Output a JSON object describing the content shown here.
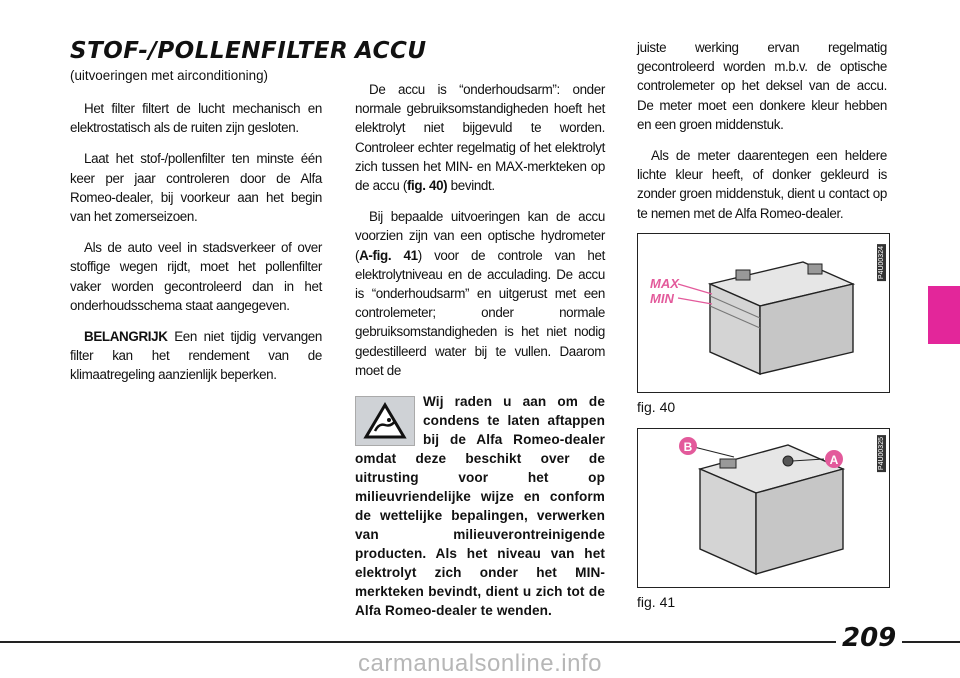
{
  "left": {
    "title": "STOF-/POLLENFILTER",
    "subtitle": "(uitvoeringen met airconditioning)",
    "p1": "Het filter filtert de lucht mechanisch en elektrostatisch als de ruiten zijn gesloten.",
    "p2": "Laat het stof-/pollenfilter ten minste één keer per jaar controleren door de Alfa Romeo-dealer, bij voorkeur aan het begin van het zomerseizoen.",
    "p3": "Als de auto veel in stadsverkeer of over stoffige wegen rijdt, moet het pollenfilter vaker worden gecontroleerd dan in het onderhoudsschema staat aangegeven.",
    "p4_label": "BELANGRIJK",
    "p4_text": " Een niet tijdig vervangen filter kan het rendement van de klimaatregeling aanzienlijk beperken."
  },
  "middle": {
    "title": "ACCU",
    "p1a": "De accu is “onderhoudsarm”: onder normale gebruiksomstandigheden hoeft het elektrolyt niet bijgevuld te worden. Controleer echter regelmatig of het elektrolyt zich tussen het MIN- en MAX-merkteken op de accu (",
    "p1ref": "fig. 40)",
    "p1b": " bevindt.",
    "p2a": "Bij bepaalde uitvoeringen kan de accu voorzien zijn van een optische hydrometer (",
    "p2ref": "A-fig. 41",
    "p2b": ") voor de controle van het elektrolytniveau en de acculading. De accu is “onderhoudsarm” en uitgerust met een controlemeter; onder normale gebruiksomstandigheden is het niet nodig gedestilleerd water bij te vullen. Daarom moet de",
    "warning": "Wij raden u aan om de condens te laten aftappen bij de Alfa Romeo-dealer omdat deze beschikt over de uitrusting voor het op milieuvriendelijke wijze en conform de wettelijke bepalingen, verwerken van milieuverontreinigende producten. Als het niveau van het elektrolyt zich onder het MIN-merkteken bevindt, dient u zich tot de Alfa Romeo-dealer te wenden."
  },
  "right": {
    "p1": "juiste werking ervan regelmatig gecontroleerd worden m.b.v. de optische controlemeter op het deksel van de accu. De meter moet een donkere kleur hebben en een groen middenstuk.",
    "p2": "Als de meter daarentegen een heldere lichte kleur heeft, of donker gekleurd is zonder groen middenstuk, dient u contact op te nemen met de Alfa Romeo-dealer."
  },
  "figures": [
    {
      "caption": "fig. 40",
      "code": "P4U00324",
      "labels": [
        "MAX",
        "MIN"
      ]
    },
    {
      "caption": "fig. 41",
      "code": "P4U00325",
      "labels": [
        "B",
        "A"
      ]
    }
  ],
  "page_number": "209",
  "watermark": "carmanualsonline.info",
  "colors": {
    "accent": "#e3269a",
    "label_pink": "#e35a9b"
  }
}
